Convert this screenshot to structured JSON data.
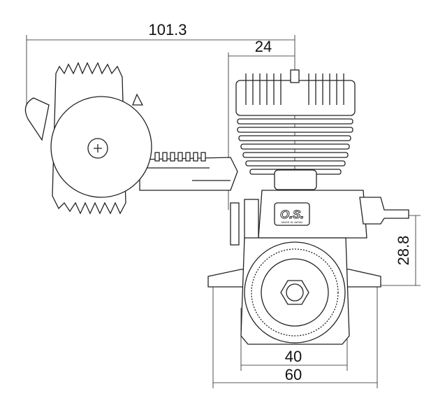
{
  "dimensions": {
    "overall_length": "101.3",
    "cylinder_offset": "24",
    "mount_height": "28.8",
    "mount_inner_width": "40",
    "mount_outer_width": "60"
  },
  "logo": {
    "brand": "O.S.",
    "subtitle": "MADE IN JAPAN"
  }
}
